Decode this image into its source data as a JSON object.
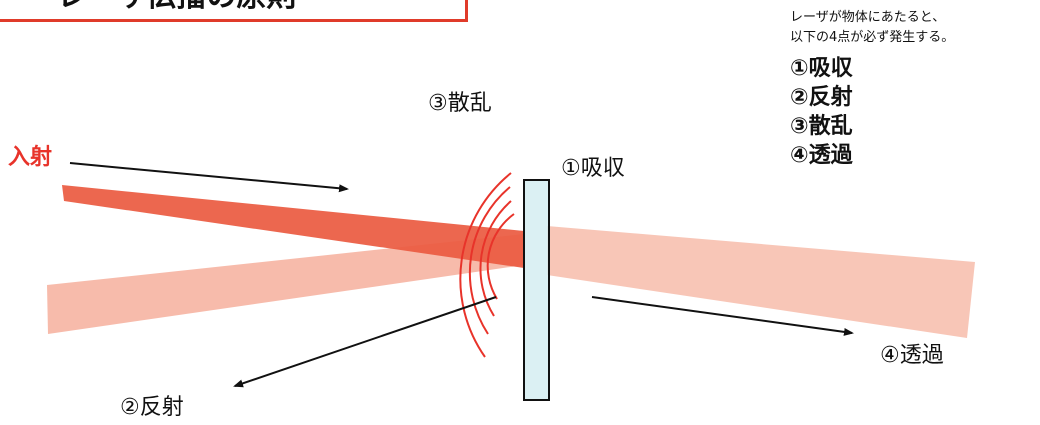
{
  "title": "レーザ伝播の原則",
  "labels": {
    "incident": "入射",
    "scatter": "③散乱",
    "absorb": "①吸収",
    "transmit": "④透過",
    "reflect": "②反射"
  },
  "note": {
    "line1": "レーザが物体にあたると、",
    "line2": "以下の4点が必ず発生する。",
    "items": [
      "①吸収",
      "②反射",
      "③散乱",
      "④透過"
    ]
  },
  "colors": {
    "incident_beam": "#ea5a40",
    "reflected_beam": "#f7b7a6",
    "transmitted_beam": "#f8c3b3",
    "scatter_arcs": "#e8332a",
    "glass_fill": "#d5edf1",
    "title_border": "#e03b2a"
  }
}
